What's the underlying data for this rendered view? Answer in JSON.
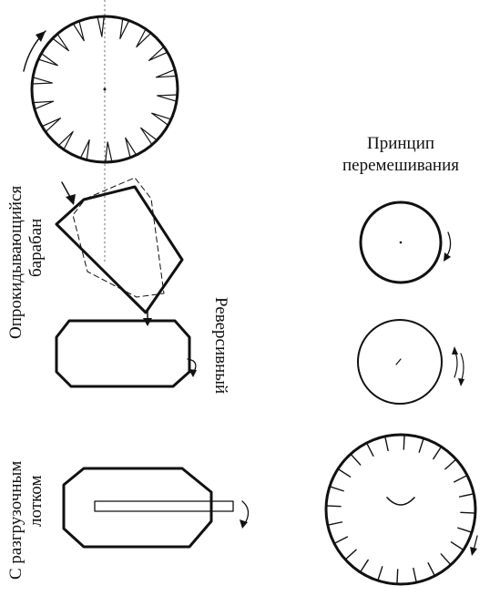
{
  "labels": {
    "tipping_drum": [
      "Опрокидывающийся",
      "барабан"
    ],
    "reverse": "Реверсивный",
    "chute": [
      "С разгрузочным",
      "лотком"
    ],
    "principle": [
      "Принцип",
      "перемешивания"
    ]
  },
  "colors": {
    "ink": "#111111",
    "background": "#ffffff"
  }
}
